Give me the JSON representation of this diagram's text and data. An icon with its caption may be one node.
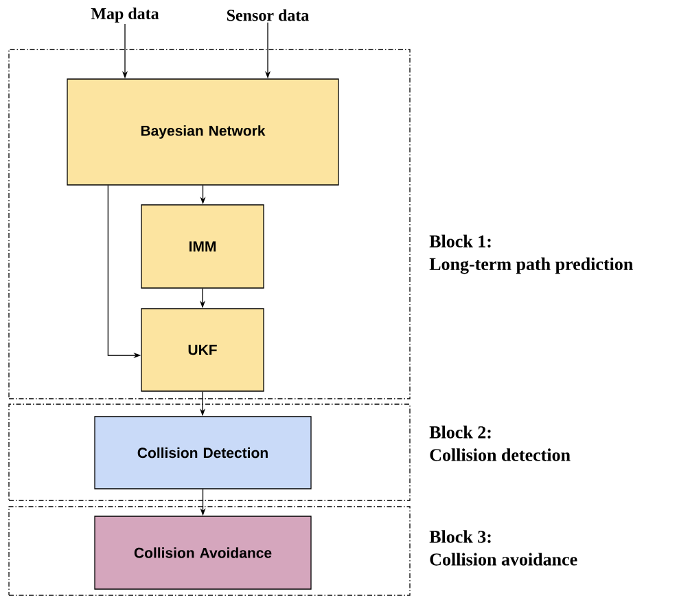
{
  "diagram": {
    "nodes": [
      {
        "text": [
          "Map data"
        ]
      },
      {
        "text": [
          "Sensor data"
        ]
      },
      {
        "text": [
          "Block 1:",
          "Long-term path prediction"
        ]
      },
      {
        "text": [
          "Bayesian Network"
        ],
        "in": 2
      },
      {
        "text": [
          "IMM"
        ],
        "in": 2
      },
      {
        "text": [
          "UKF"
        ],
        "in": 2
      },
      {
        "text": [
          "Block 2:",
          "Collision detection"
        ]
      },
      {
        "text": [
          "Collision Detection"
        ],
        "in": 6
      },
      {
        "text": [
          "Block 3:",
          "Collision avoidance"
        ]
      },
      {
        "text": [
          "Collision Avoidance"
        ],
        "in": 8
      }
    ],
    "edges": [
      {
        "from": 0,
        "to": 3,
        "arrow": "to"
      },
      {
        "from": 1,
        "to": 3,
        "arrow": "to"
      },
      {
        "from": 3,
        "to": 4,
        "arrow": "to"
      },
      {
        "from": 4,
        "to": 5,
        "arrow": "to"
      },
      {
        "from": 3,
        "to": 5,
        "arrow": "to"
      },
      {
        "from": 5,
        "to": 7,
        "arrow": "to"
      },
      {
        "from": 7,
        "to": 9,
        "arrow": "to"
      }
    ]
  }
}
